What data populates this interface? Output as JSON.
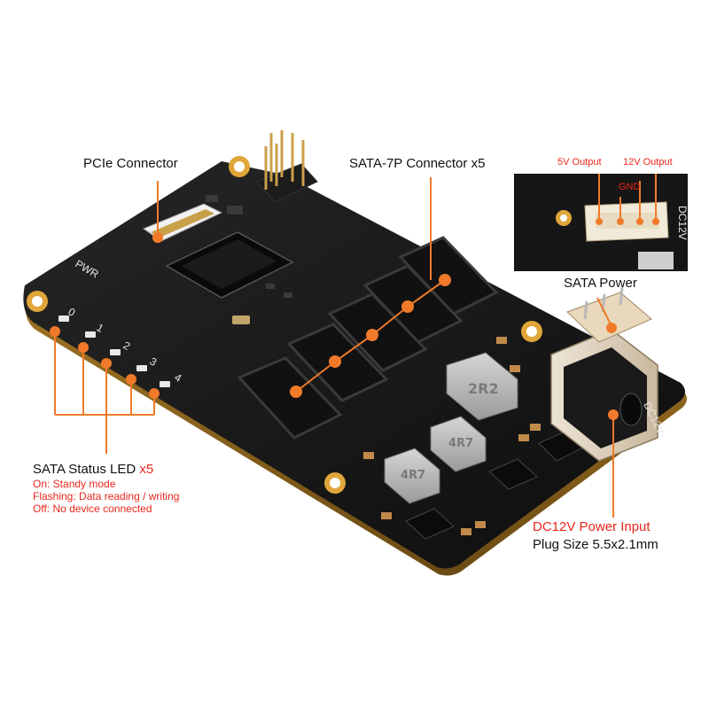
{
  "labels": {
    "pcie_connector": "PCIe Connector",
    "sata_7p_connector": "SATA-7P Connector x5",
    "sata_power": "SATA Power",
    "out_5v": "5V Output",
    "out_12v": "12V Output",
    "gnd": "GND",
    "sata_status_led_prefix": "SATA Status LED ",
    "sata_status_led_count": "x5",
    "led_on": "On: Standy mode",
    "led_flashing": "Flashing: Data reading / writing",
    "led_off": "Off: No device connected",
    "dc12v_input": "DC12V Power Input",
    "plug_size": "Plug Size 5.5x2.1mm"
  },
  "silkscreen": {
    "pwr": "PWR",
    "led_numbers": [
      "0",
      "1",
      "2",
      "3",
      "4"
    ],
    "dc12v": "DC12V"
  },
  "chip_markings": {
    "inductor_large": "2R2",
    "inductor_mid": "4R7",
    "inductor_small": "4R7"
  },
  "colors": {
    "annotation_orange": "#f07a2a",
    "annotation_red": "#e8261c",
    "pcb_black": "#141414",
    "mount_gold": "#e0a63a"
  },
  "icons": {
    "board": "pcb-board-photo",
    "inset": "sata-power-connector-closeup"
  }
}
